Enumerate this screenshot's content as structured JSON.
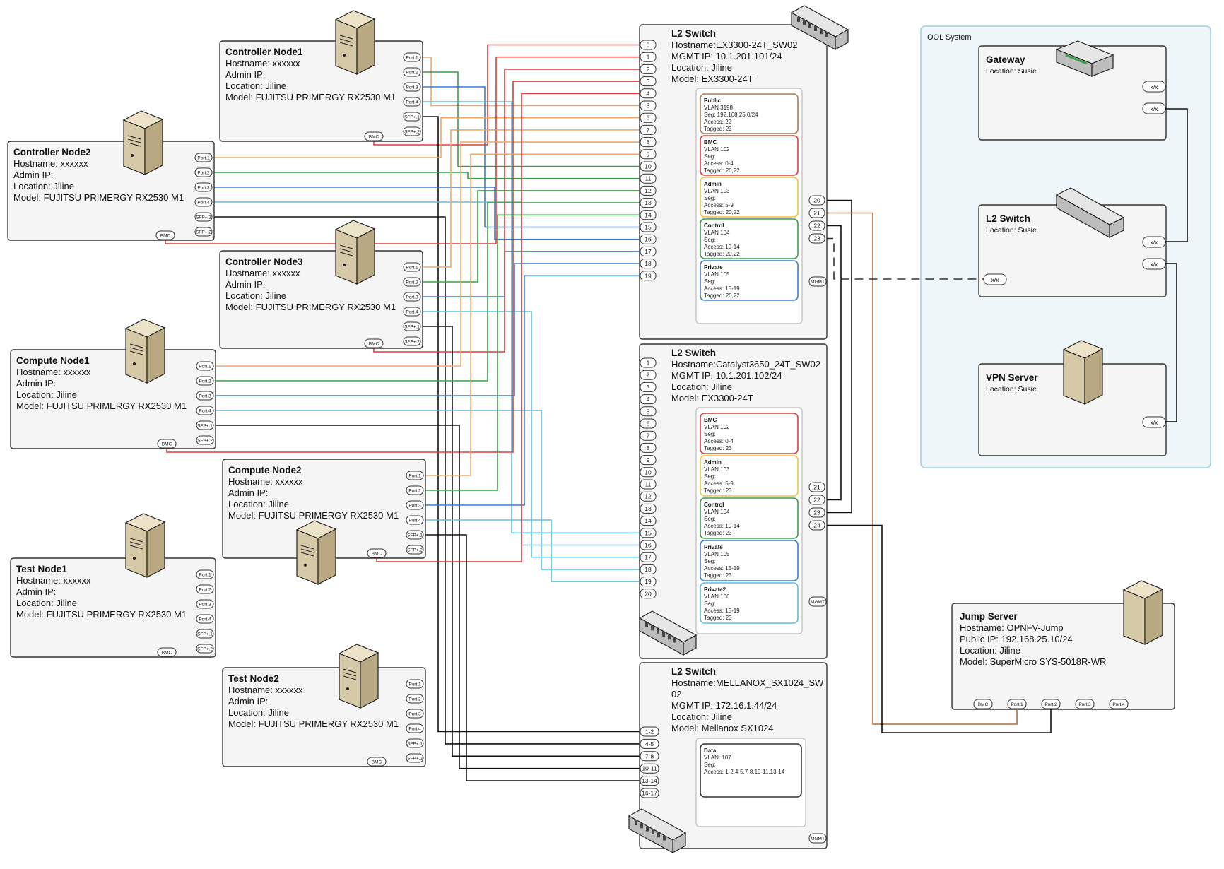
{
  "nodes": [
    {
      "id": "ctrl1",
      "title": "Controller Node1",
      "hostname": "Hostname: xxxxxx",
      "admin": "Admin IP:",
      "location": "Location: Jiline",
      "model": "Model: FUJITSU PRIMERGY RX2530 M1"
    },
    {
      "id": "ctrl2",
      "title": "Controller Node2",
      "hostname": "Hostname: xxxxxx",
      "admin": "Admin IP:",
      "location": "Location: Jiline",
      "model": "Model: FUJITSU PRIMERGY RX2530 M1"
    },
    {
      "id": "ctrl3",
      "title": "Controller Node3",
      "hostname": "Hostname: xxxxxx",
      "admin": "Admin IP:",
      "location": "Location: Jiline",
      "model": "Model: FUJITSU PRIMERGY RX2530 M1"
    },
    {
      "id": "comp1",
      "title": "Compute Node1",
      "hostname": "Hostname: xxxxxx",
      "admin": "Admin IP:",
      "location": "Location: Jiline",
      "model": "Model: FUJITSU PRIMERGY RX2530 M1"
    },
    {
      "id": "comp2",
      "title": "Compute Node2",
      "hostname": "Hostname: xxxxxx",
      "admin": "Admin IP:",
      "location": "Location: Jiline",
      "model": "Model: FUJITSU PRIMERGY RX2530 M1"
    },
    {
      "id": "test1",
      "title": "Test Node1",
      "hostname": "Hostname: xxxxxx",
      "admin": "Admin IP:",
      "location": "Location: Jiline",
      "model": "Model: FUJITSU PRIMERGY RX2530 M1"
    },
    {
      "id": "test2",
      "title": "Test Node2",
      "hostname": "Hostname: xxxxxx",
      "admin": "Admin IP:",
      "location": "Location: Jiline",
      "model": "Model: FUJITSU PRIMERGY RX2530 M1"
    }
  ],
  "node_ports": [
    "Port.1",
    "Port.2",
    "Port.3",
    "Port.4",
    "SFP+.1",
    "SFP+.2"
  ],
  "bmc_label": "BMC",
  "switches": [
    {
      "id": "sw1",
      "title": "L2 Switch",
      "hostname": "Hostname:EX3300-24T_SW02",
      "mgmt": "MGMT IP: 10.1.201.101/24",
      "location": "Location: Jiline",
      "model": "Model: EX3300-24T",
      "ports": [
        "0",
        "1",
        "2",
        "3",
        "4",
        "5",
        "6",
        "7",
        "8",
        "9",
        "10",
        "11",
        "12",
        "13",
        "14",
        "15",
        "16",
        "17",
        "18",
        "19"
      ],
      "right_ports": [
        "20",
        "21",
        "22",
        "23"
      ],
      "mgmt_label": "MGMT",
      "vlans": [
        {
          "name": "Public",
          "lines": [
            "VLAN 3198",
            "Seg: 192.168.25.0/24",
            "Access: 22",
            "Tagged: 23"
          ],
          "color": "#b07a4a"
        },
        {
          "name": "BMC",
          "lines": [
            "VLAN 102",
            "Seg:",
            "Access: 0-4",
            "Tagged: 20,22"
          ],
          "color": "#e23b3b"
        },
        {
          "name": "Admin",
          "lines": [
            "VLAN 103",
            "Seg:",
            "Access: 5-9",
            "Tagged: 20,22"
          ],
          "color": "#f2c440"
        },
        {
          "name": "Control",
          "lines": [
            "VLAN 104",
            "Seg:",
            "Access: 10-14",
            "Tagged: 20,22"
          ],
          "color": "#3aa047"
        },
        {
          "name": "Private",
          "lines": [
            "VLAN 105",
            "Seg:",
            "Access: 15-19",
            "Tagged: 20,22"
          ],
          "color": "#3c7fc9"
        }
      ]
    },
    {
      "id": "sw2",
      "title": "L2 Switch",
      "hostname": "Hostname:Catalyst3650_24T_SW02",
      "mgmt": "MGMT IP: 10.1.201.102/24",
      "location": "Location: Jiline",
      "model": "Model: EX3300-24T",
      "ports": [
        "1",
        "2",
        "3",
        "4",
        "5",
        "6",
        "7",
        "8",
        "9",
        "10",
        "11",
        "12",
        "13",
        "14",
        "15",
        "16",
        "17",
        "18",
        "19",
        "20"
      ],
      "right_ports": [
        "21",
        "22",
        "23",
        "24"
      ],
      "mgmt_label": "MGMT",
      "vlans": [
        {
          "name": "BMC",
          "lines": [
            "VLAN 102",
            "Seg:",
            "Access: 0-4",
            "Tagged: 23"
          ],
          "color": "#e23b3b"
        },
        {
          "name": "Admin",
          "lines": [
            "VLAN 103",
            "Seg:",
            "Access: 5-9",
            "Tagged: 23"
          ],
          "color": "#f2c440"
        },
        {
          "name": "Control",
          "lines": [
            "VLAN 104",
            "Seg:",
            "Access: 10-14",
            "Tagged: 23"
          ],
          "color": "#3aa047"
        },
        {
          "name": "Private",
          "lines": [
            "VLAN 105",
            "Seg:",
            "Access: 15-19",
            "Tagged: 23"
          ],
          "color": "#3c7fc9"
        },
        {
          "name": "Private2",
          "lines": [
            "VLAN 106",
            "Seg:",
            "Access: 15-19",
            "Tagged: 23"
          ],
          "color": "#5bbde0"
        }
      ]
    },
    {
      "id": "sw3",
      "title": "L2 Switch",
      "hostname": "Hostname:MELLANOX_SX1024_SW",
      "hostname2": "02",
      "mgmt": "MGMT IP: 172.16.1.44/24",
      "location": "Location: Jiline",
      "model": "Model: Mellanox SX1024",
      "ports": [
        "1-2",
        "4-5",
        "7-8",
        "10-11",
        "13-14",
        "16-17"
      ],
      "mgmt_label": "MGMT",
      "vlans": [
        {
          "name": "Data",
          "lines": [
            "VLAN: 107",
            "Seg:",
            "Access: 1-2,4-5,7-8,10-11,13-14"
          ],
          "color": "#333333"
        }
      ]
    }
  ],
  "ool": {
    "title": "OOL  System",
    "gateway": {
      "title": "Gateway",
      "location": "Location: Susie",
      "ports": [
        "x/x",
        "x/x"
      ]
    },
    "l2switch": {
      "title": "L2 Switch",
      "location": "Location: Susie",
      "ports": [
        "x/x",
        "x/x",
        "x/x"
      ]
    },
    "vpn": {
      "title": "VPN Server",
      "location": "Location: Susie",
      "ports": [
        "x/x"
      ]
    }
  },
  "jump": {
    "title": "Jump Server",
    "hostname": "Hostname: OPNFV-Jump",
    "public_ip": "Public IP: 192.168.25.10/24",
    "location": "Location: Jiline",
    "model": "Model: SuperMicro SYS-5018R-WR",
    "ports": [
      "BMC",
      "Port.1",
      "Port.2",
      "Port.3",
      "Port.4"
    ]
  },
  "colors": {
    "bmc": "#e23b3b",
    "admin": "#f0a868",
    "control": "#3aa047",
    "private": "#3c7fc9",
    "private2": "#5bbde0",
    "sfp": "#111111",
    "public": "#b06a3a"
  }
}
